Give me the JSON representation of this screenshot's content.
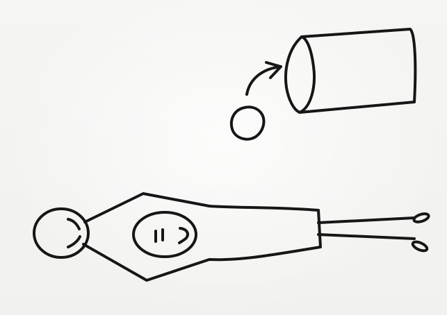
{
  "figure": {
    "belly_mark": "=)",
    "ink_color": "#161616",
    "paper_color": "#f4f4f2",
    "elements": [
      "small-circle",
      "curved-arrow-icon",
      "cylinder",
      "reclining-figure",
      "figure-head",
      "figure-eye-left",
      "figure-eye-right",
      "figure-belly-oval",
      "figure-legs",
      "figure-foot-top",
      "figure-foot-bottom"
    ]
  }
}
